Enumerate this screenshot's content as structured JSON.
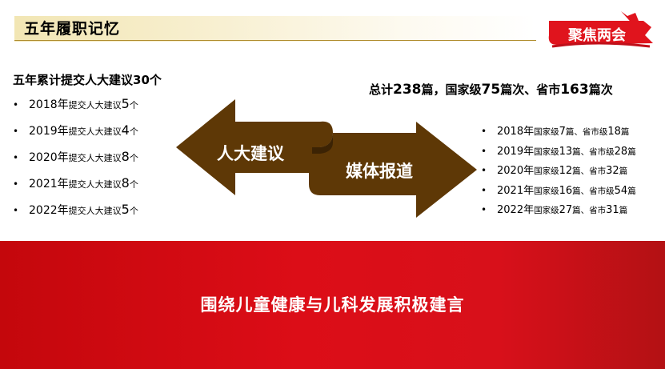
{
  "slide": {
    "title": "五年履职记忆",
    "badge": "聚焦两会",
    "left": {
      "header": "五年累计提交人大建议30个",
      "items": [
        {
          "year": "2018年",
          "desc": "提交人大建议",
          "num": "5",
          "unit": "个"
        },
        {
          "year": "2019年",
          "desc": "提交人大建议",
          "num": "4",
          "unit": "个"
        },
        {
          "year": "2020年",
          "desc": "提交人大建议",
          "num": "8",
          "unit": "个"
        },
        {
          "year": "2021年",
          "desc": "提交人大建议",
          "num": "8",
          "unit": "个"
        },
        {
          "year": "2022年",
          "desc": "提交人大建议",
          "num": "5",
          "unit": "个"
        }
      ]
    },
    "arrows": {
      "left_label": "人大建议",
      "right_label": "媒体报道",
      "color": "#5e3806"
    },
    "right": {
      "header_a": "总计",
      "header_b": "238",
      "header_c": "篇，国家级",
      "header_d": "75",
      "header_e": "篇次、省市",
      "header_f": "163",
      "header_g": "篇次",
      "items": [
        {
          "year": "2018年",
          "l1": "国家级",
          "n1": "7",
          "l2": "篇、省市级",
          "n2": "18",
          "l3": "篇"
        },
        {
          "year": "2019年",
          "l1": "国家级",
          "n1": "13",
          "l2": "篇、省市级",
          "n2": "28",
          "l3": "篇"
        },
        {
          "year": "2020年",
          "l1": "国家级",
          "n1": "12",
          "l2": "篇、省市",
          "n2": "32",
          "l3": "篇"
        },
        {
          "year": "2021年",
          "l1": "国家级",
          "n1": "16",
          "l2": "篇、省市级",
          "n2": "54",
          "l3": "篇"
        },
        {
          "year": "2022年",
          "l1": "国家级",
          "n1": "27",
          "l2": "篇、省市",
          "n2": "31",
          "l3": "篇"
        }
      ]
    },
    "banner": "围绕儿童健康与儿科发展积极建言",
    "colors": {
      "banner_red": "#d40d16",
      "badge_red": "#e0141d",
      "title_gold": "#b08d2e"
    }
  }
}
